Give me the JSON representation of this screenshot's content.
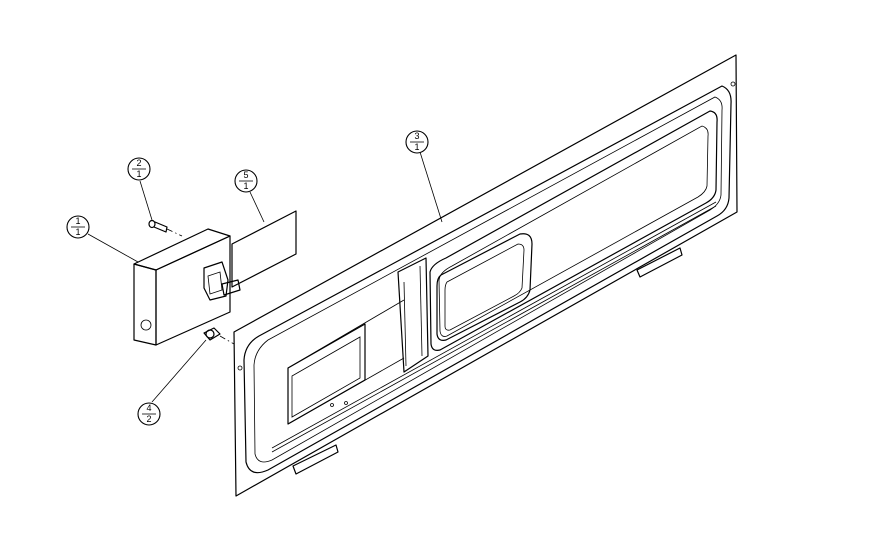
{
  "callouts": [
    {
      "item": "1",
      "qty": "1"
    },
    {
      "item": "2",
      "qty": "1"
    },
    {
      "item": "3",
      "qty": "1"
    },
    {
      "item": "4",
      "qty": "2"
    },
    {
      "item": "5",
      "qty": "1"
    }
  ]
}
